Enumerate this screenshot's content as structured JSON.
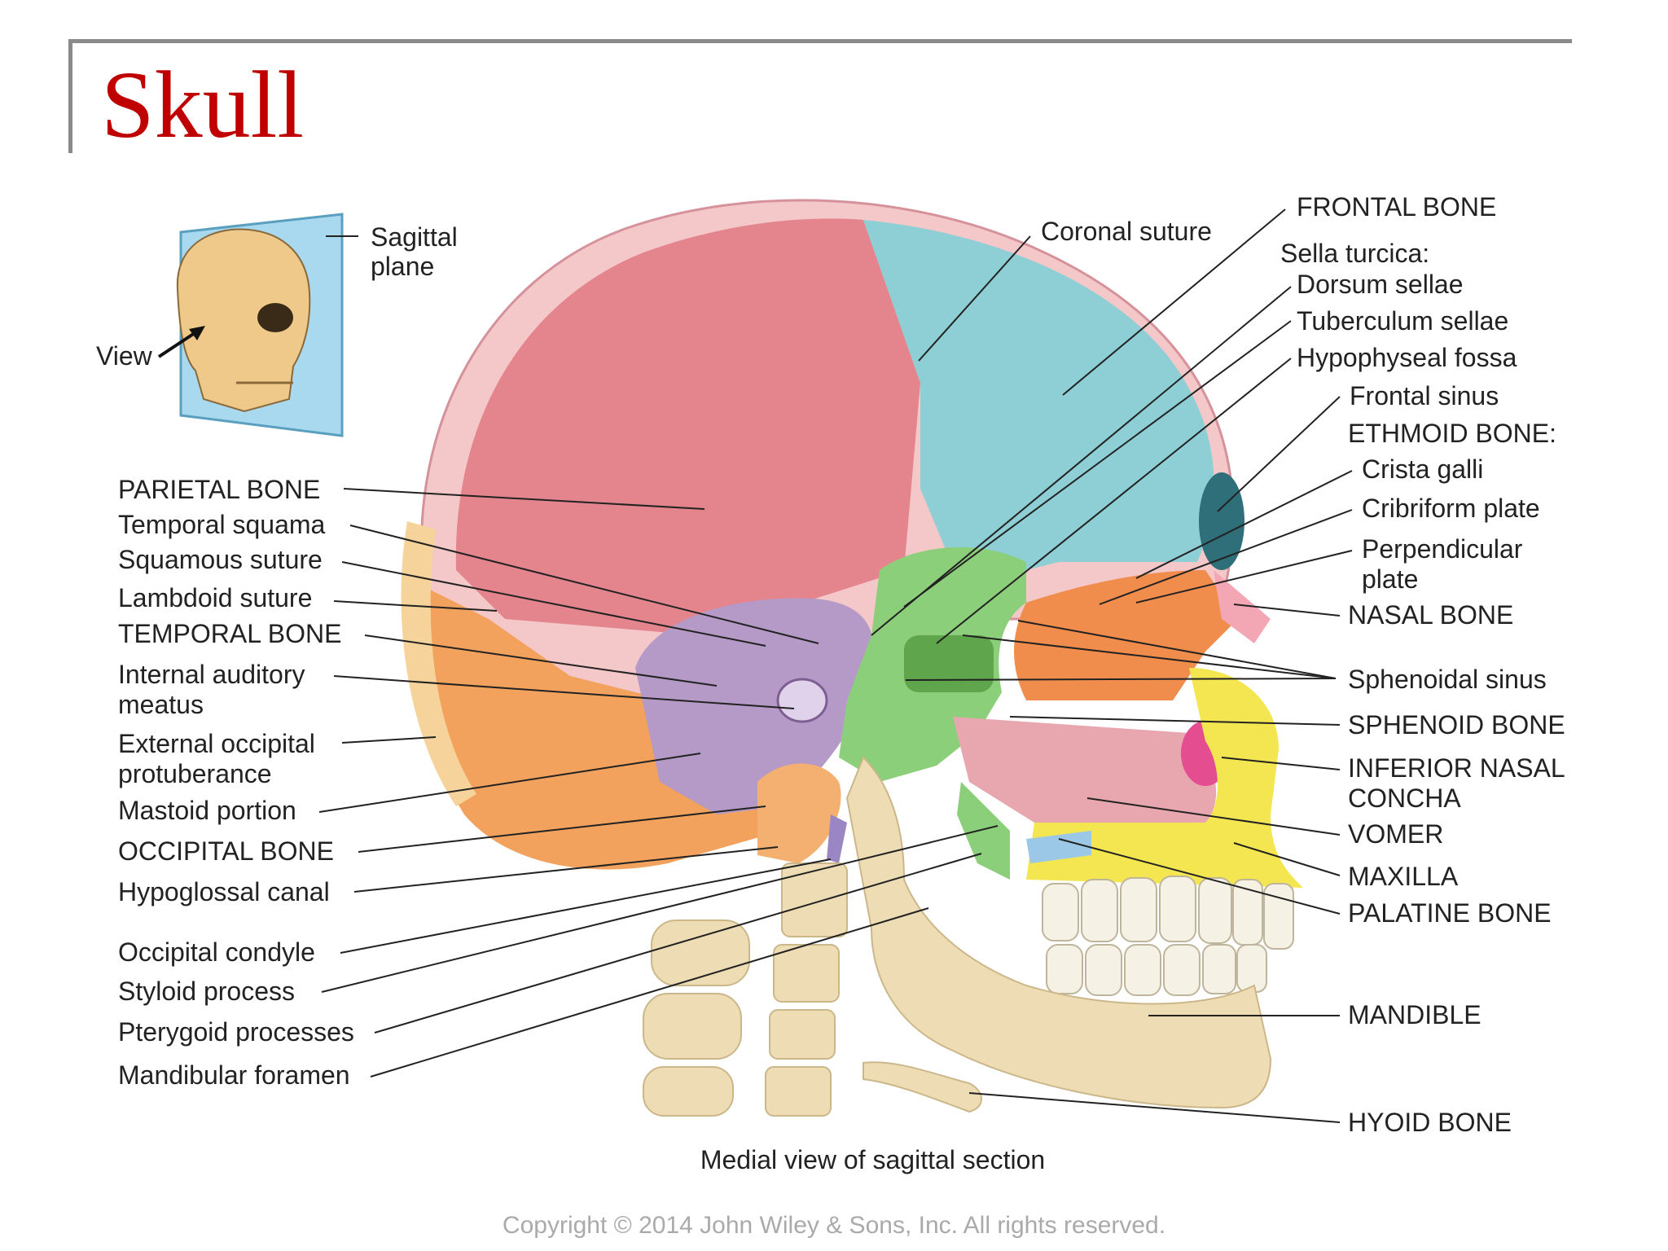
{
  "slide": {
    "title": "Skull",
    "title_color": "#c00000",
    "caption": "Medial view of sagittal section",
    "copyright": "Copyright © 2014 John Wiley & Sons, Inc. All rights reserved."
  },
  "inset": {
    "plane_label_1": "Sagittal",
    "plane_label_2": "plane",
    "view_label": "View"
  },
  "labels_left": [
    "PARIETAL BONE",
    "Temporal squama",
    "Squamous suture",
    "Lambdoid suture",
    "TEMPORAL BONE",
    "Internal auditory",
    "meatus",
    "External occipital",
    "protuberance",
    "Mastoid portion",
    "OCCIPITAL BONE",
    "Hypoglossal canal",
    "Occipital condyle",
    "Styloid process",
    "Pterygoid processes",
    "Mandibular foramen"
  ],
  "labels_right": [
    "Coronal suture",
    "FRONTAL BONE",
    "Sella turcica:",
    "Dorsum sellae",
    "Tuberculum sellae",
    "Hypophyseal fossa",
    "Frontal sinus",
    "ETHMOID BONE:",
    "Crista galli",
    "Cribriform plate",
    "Perpendicular",
    "plate",
    "NASAL BONE",
    "Sphenoidal sinus",
    "SPHENOID BONE",
    "INFERIOR NASAL",
    "CONCHA",
    "VOMER",
    "MAXILLA",
    "PALATINE BONE",
    "MANDIBLE",
    "HYOID BONE"
  ],
  "colors": {
    "parietal": "#e4848c",
    "frontal": "#8ecfd6",
    "temporal": "#b59ac8",
    "occipital": "#f2a25c",
    "sphenoid": "#8ccf7a",
    "ethmoid": "#f08d4c",
    "maxilla": "#f3e650",
    "mandible": "#eedcb4",
    "vomer": "#e8a6ae",
    "nasal": "#f3a6b4",
    "inset_bg": "#a9d9ee"
  }
}
